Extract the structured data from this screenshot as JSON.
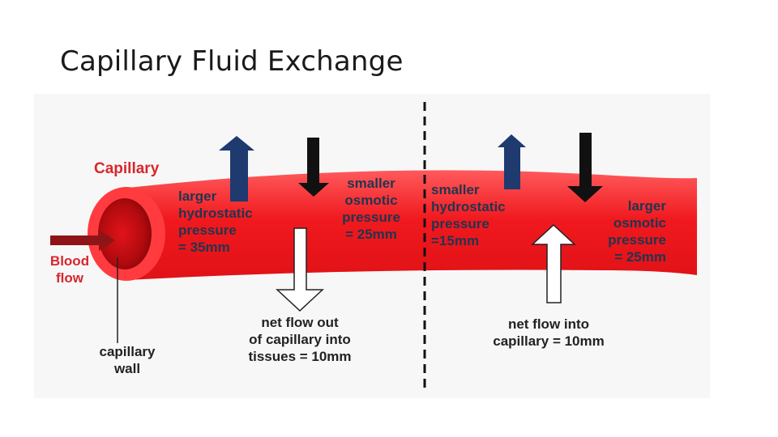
{
  "title": "Capillary Fluid Exchange",
  "labels": {
    "capillary": "Capillary",
    "blood_flow": "Blood\nflow",
    "capillary_wall": "capillary\nwall",
    "left_hydrostatic": "larger\nhydrostatic\npressure\n= 35mm",
    "left_osmotic": "smaller\nosmotic\npressure\n= 25mm",
    "right_hydrostatic": "smaller\nhydrostatic\npressure\n=15mm",
    "right_osmotic": "larger\nosmotic\npressure\n= 25mm",
    "net_out": "net flow out\nof capillary into\ntissues = 10mm",
    "net_in": "net flow into\ncapillary = 10mm"
  },
  "colors": {
    "vessel": "#f0191e",
    "lumen": "#c40a0e",
    "navy_arrow": "#1e3a6e",
    "black_arrow": "#111111",
    "blood_arrow": "#8f1417",
    "label_navy": "#24344e",
    "label_red": "#d8262d"
  }
}
